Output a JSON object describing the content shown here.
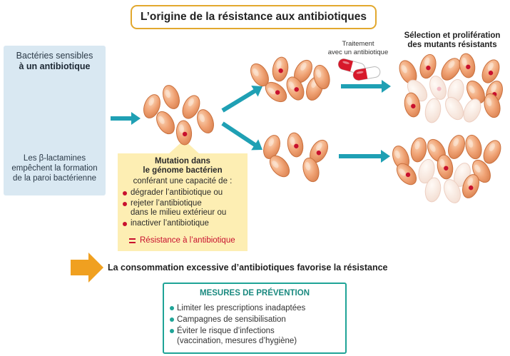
{
  "title": "L’origine de la résistance aux antibiotiques",
  "sensitive": {
    "title_line1": "Bactéries sensibles",
    "title_line2": "à un antibiotique",
    "note_line1": "Les β-lactamines",
    "note_line2": "empêchent la formation",
    "note_line3": "de la paroi bactérienne"
  },
  "mutation": {
    "title_line1": "Mutation dans",
    "title_line2": "le génome bactérien",
    "subtitle": "conférant une capacité de :",
    "items": [
      {
        "line1": "dégrader l’antibiotique ou",
        "line2": ""
      },
      {
        "line1": "rejeter l’antibiotique",
        "line2": "dans le milieu extérieur ou"
      },
      {
        "line1": "inactiver l’antibiotique",
        "line2": ""
      }
    ],
    "result": "Résistance à l’antibiotique"
  },
  "treatment": {
    "line1": "Traitement",
    "line2": "avec un antibiotique"
  },
  "selection": {
    "line1": "Sélection et prolifération",
    "line2": "des mutants résistants"
  },
  "consumption": "La consommation excessive d’antibiotiques favorise la résistance",
  "prevention": {
    "title": "MESURES DE PRÉVENTION",
    "items": [
      {
        "line1": "Limiter les prescriptions inadaptées",
        "line2": ""
      },
      {
        "line1": "Campagnes de sensibilisation",
        "line2": ""
      },
      {
        "line1": "Éviter le risque d’infections",
        "line2": "(vaccination, mesures d’hygiène)"
      }
    ]
  },
  "colors": {
    "title_border": "#e2a82e",
    "sensitive_box": "#d9e8f2",
    "mutation_box": "#fdeeb3",
    "bacteria_fill": "#efa173",
    "bacteria_stroke": "#c9713f",
    "dead_bacteria_fill": "#f8e6dd",
    "mutation_mark": "#c8102e",
    "arrow_teal": "#1fa0b4",
    "arrow_orange": "#f0a020",
    "prevention_accent": "#1fa497",
    "capsule_red": "#d7192b"
  }
}
